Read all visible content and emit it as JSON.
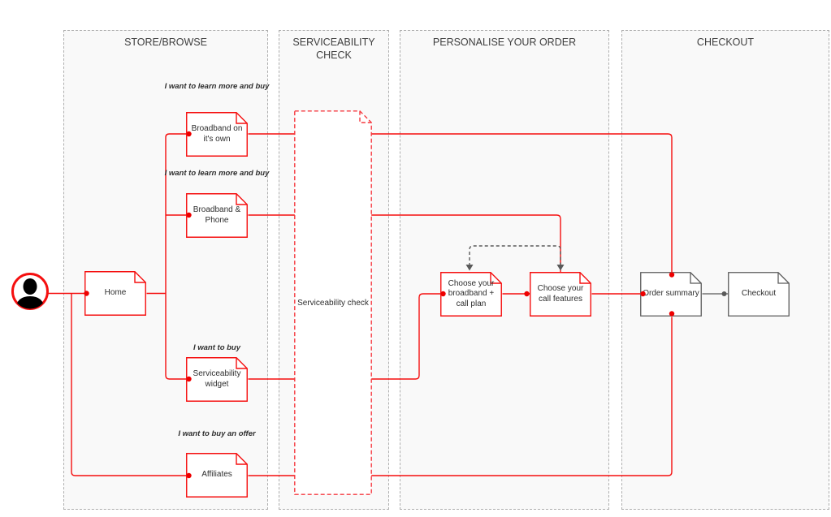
{
  "lanes": [
    {
      "title": "STORE/BROWSE"
    },
    {
      "title": "SERVICEABILITY CHECK"
    },
    {
      "title": "PERSONALISE YOUR ORDER"
    },
    {
      "title": "CHECKOUT"
    }
  ],
  "nodes": {
    "home": {
      "label": "Home"
    },
    "broadband_own": {
      "label": "Broadband on it's own",
      "annotation": "I want to learn more and buy"
    },
    "broadband_phone": {
      "label": "Broadband & Phone",
      "annotation": "I want to learn more and buy"
    },
    "widget": {
      "label": "Serviceability widget",
      "annotation": "I want to buy"
    },
    "affiliates": {
      "label": "Affiliates",
      "annotation": "I want to buy an offer"
    },
    "serviceability_check": {
      "label": "Serviceability check"
    },
    "choose_plan": {
      "label": "Choose your broadband + call plan"
    },
    "choose_features": {
      "label": "Choose your call features"
    },
    "order_summary": {
      "label": "Order summary"
    },
    "checkout": {
      "label": "Checkout"
    }
  },
  "icons": {
    "actor": "person-icon"
  },
  "colors": {
    "red": "#f50f0f",
    "gray": "#5a5a5a",
    "lane_fill": "#f9f9f9",
    "lane_border": "#aeaeae",
    "text": "#2e2e2e"
  }
}
